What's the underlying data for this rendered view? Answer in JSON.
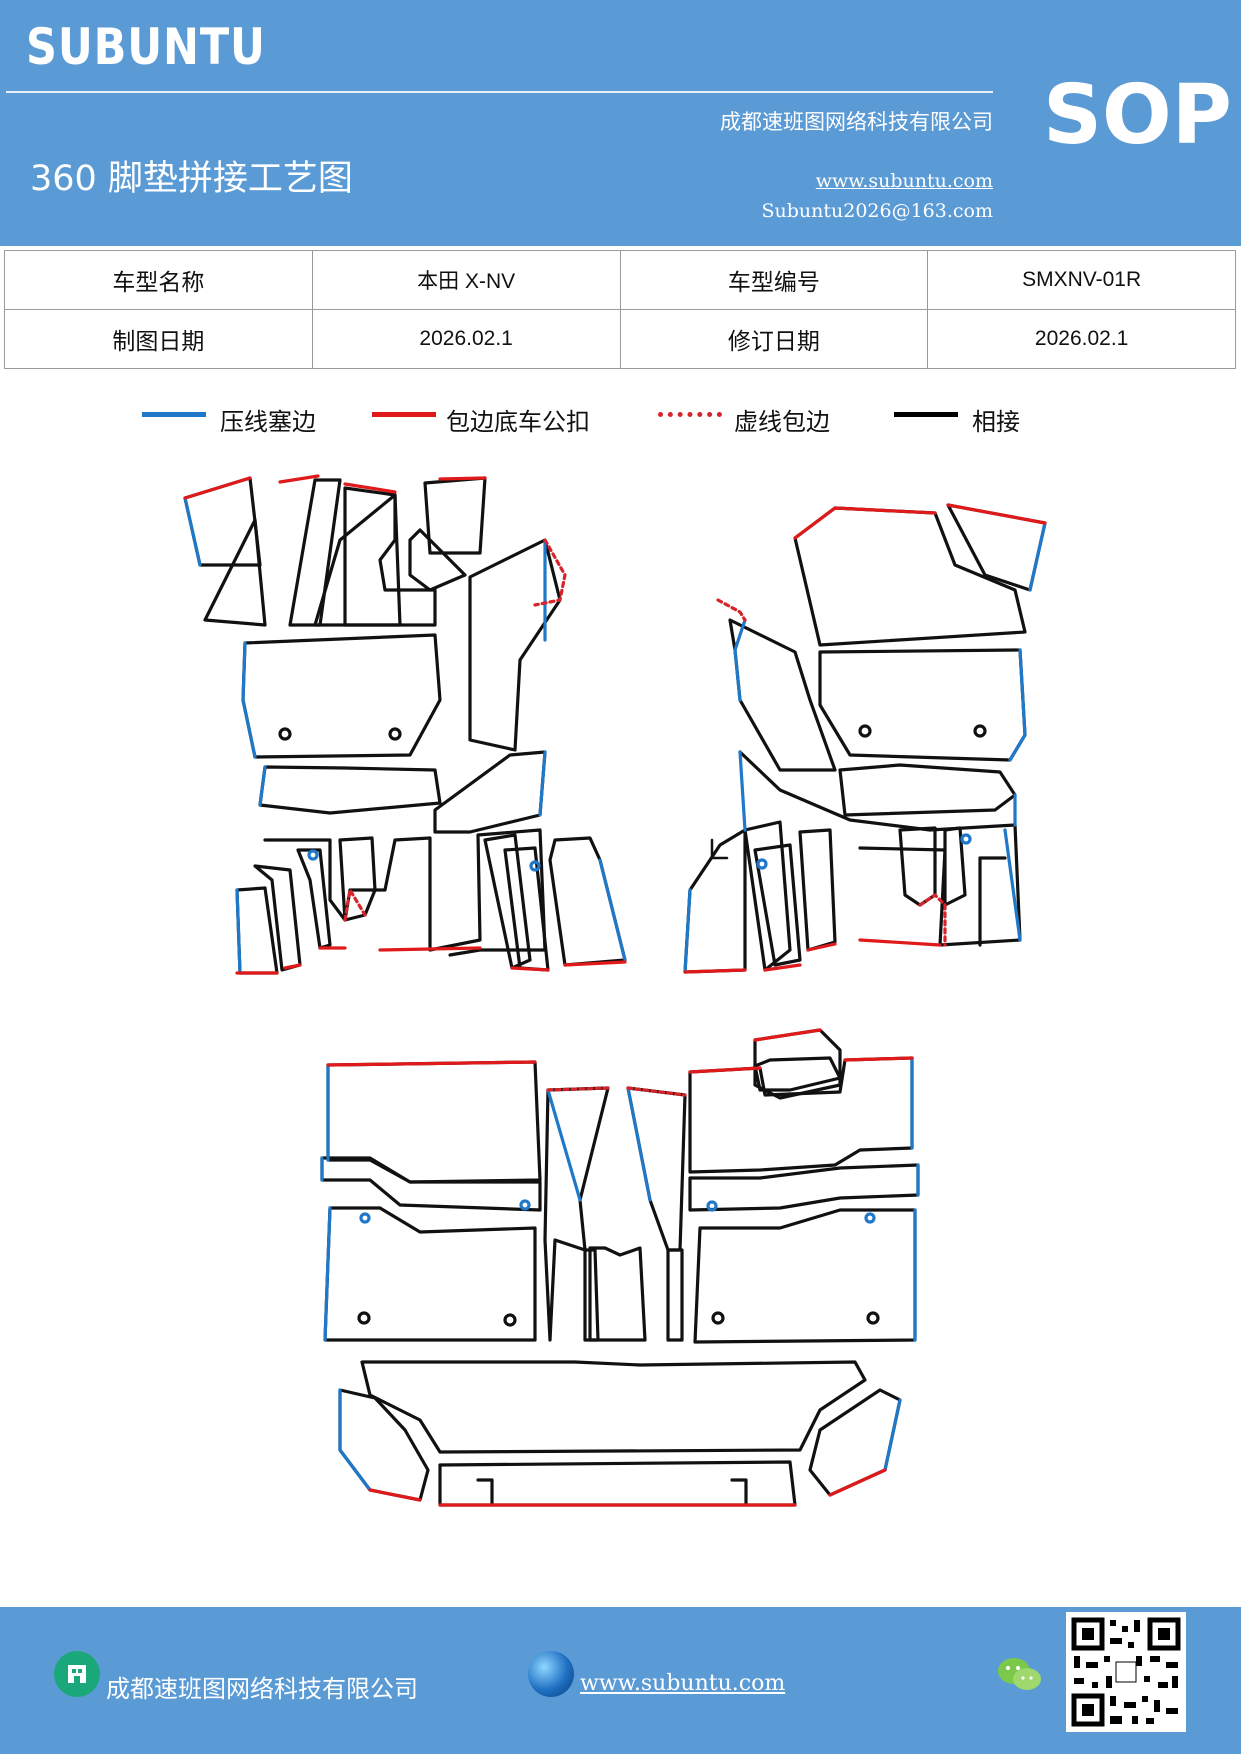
{
  "header": {
    "brand": "SUBUNTU",
    "company": "成都速班图网络科技有限公司",
    "title": "360 脚垫拼接工艺图",
    "website": "www.subuntu.com",
    "email": "Subuntu2026@163.com",
    "badge": "SOP"
  },
  "info_table": {
    "rows": [
      [
        "车型名称",
        "本田 X-NV",
        "车型编号",
        "SMXNV-01R"
      ],
      [
        "制图日期",
        "2026.02.1",
        "修订日期",
        "2026.02.1"
      ]
    ]
  },
  "legend": [
    {
      "label": "压线塞边",
      "color": "#1f78c8",
      "style": "solid"
    },
    {
      "label": "包边底车公扣",
      "color": "#e0191b",
      "style": "solid"
    },
    {
      "label": "虚线包边",
      "color": "#d6242a",
      "style": "dotted"
    },
    {
      "label": "相接",
      "color": "#000000",
      "style": "solid"
    }
  ],
  "footer": {
    "company": "成都速班图网络科技有限公司",
    "website": "www.subuntu.com"
  },
  "icons": [
    "building-icon",
    "globe-icon",
    "wechat-icon",
    "qr-code"
  ]
}
